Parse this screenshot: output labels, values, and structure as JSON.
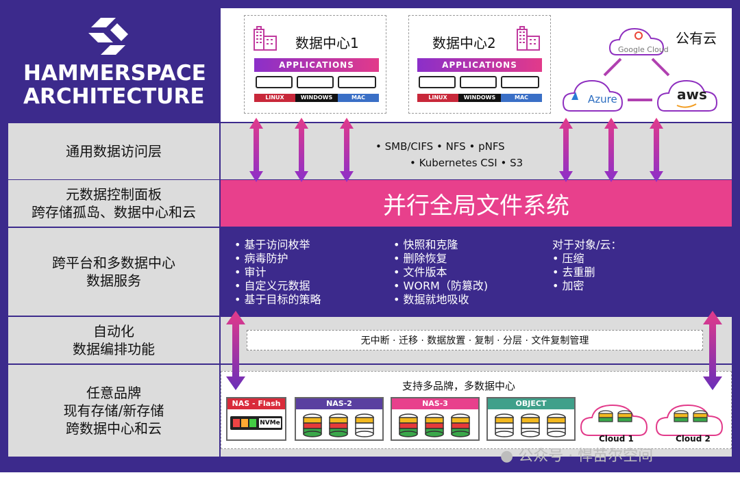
{
  "logo": {
    "line1": "HAMMERSPACE",
    "line2": "ARCHITECTURE"
  },
  "datacenters": [
    {
      "title": "数据中心1",
      "apps": "APPLICATIONS",
      "os": [
        "LINUX",
        "WINDOWS",
        "MAC"
      ]
    },
    {
      "title": "数据中心2",
      "apps": "APPLICATIONS",
      "os": [
        "LINUX",
        "WINDOWS",
        "MAC"
      ]
    }
  ],
  "public_cloud": {
    "title": "公有云",
    "providers": [
      "Google Cloud",
      "Azure",
      "aws"
    ]
  },
  "rows": {
    "access": {
      "label": "通用数据访问层"
    },
    "metadata": {
      "line1": "元数据控制面板",
      "line2": "跨存储孤岛、数据中心和云"
    },
    "services": {
      "line1": "跨平台和多数据中心",
      "line2": "数据服务"
    },
    "automation": {
      "line1": "自动化",
      "line2": "数据编排功能"
    },
    "storage": {
      "line1": "任意品牌",
      "line2": "现有存储/新存储",
      "line3": "跨数据中心和云"
    }
  },
  "protocols": {
    "line1": "•  SMB/CIFS    •  NFS    •  pNFS",
    "line2": "•  Kubernetes CSI    •  S3"
  },
  "filesystem": "并行全局文件系统",
  "services": {
    "col1": [
      "•  基于访问枚举",
      "•  病毒防护",
      "•  审计",
      "•  自定义元数据",
      "•  基于目标的策略"
    ],
    "col2": [
      "•  快照和克隆",
      "•  删除恢复",
      "•  文件版本",
      "•  WORM（防篡改)",
      "•  数据就地吸收"
    ],
    "col3": [
      "对于对象/云：",
      "•  压缩",
      "•  去重删",
      "•  加密"
    ]
  },
  "automation_text": "无中断 · 迁移 · 数据放置 · 复制 · 分层 · 文件复制管理",
  "storage": {
    "title": "支持多品牌，多数据中心",
    "units": [
      {
        "label": "NAS - Flash",
        "color": "#d92b3a"
      },
      {
        "label": "NAS-2",
        "color": "#5a3fa0"
      },
      {
        "label": "NAS-3",
        "color": "#e8408c"
      },
      {
        "label": "OBJECT",
        "color": "#3fa08a"
      }
    ],
    "nvme": "NVMe",
    "clouds": [
      "Cloud 1",
      "Cloud 2"
    ]
  },
  "watermark": "公众号 · 悍苗尔空间",
  "colors": {
    "purple": "#3c2a8c",
    "pink": "#e8408c",
    "gray": "#dcdcdc"
  }
}
